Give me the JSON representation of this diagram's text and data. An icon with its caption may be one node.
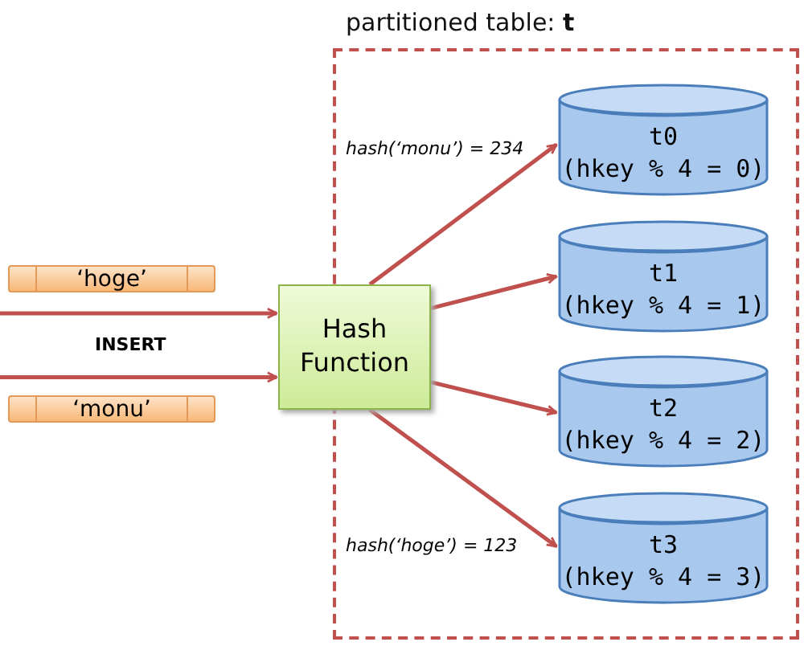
{
  "diagram": {
    "nodes": [
      {
        "text": [
          "partitioned table: **t**"
        ]
      },
      {
        "text": [
          "‘hoge’"
        ]
      },
      {
        "text": [
          "‘monu’"
        ]
      },
      {
        "text": [
          "Hash Function"
        ]
      },
      {
        "text": [
          "t0",
          "(hkey % 4 = 0)"
        ],
        "in": 0
      },
      {
        "text": [
          "t1",
          "(hkey % 4 = 1)"
        ],
        "in": 0
      },
      {
        "text": [
          "t2",
          "(hkey % 4 = 2)"
        ],
        "in": 0
      },
      {
        "text": [
          "t3",
          "(hkey % 4 = 3)"
        ],
        "in": 0
      }
    ],
    "edges": [
      {
        "from": null,
        "to": 3,
        "arrow": "to"
      },
      {
        "from": null,
        "to": 3,
        "arrow": "to"
      },
      {
        "from": 3,
        "to": 4,
        "arrow": "to",
        "label": "hash(‘monu’) = 234"
      },
      {
        "from": 3,
        "to": 5,
        "arrow": "to"
      },
      {
        "from": 3,
        "to": 6,
        "arrow": "to"
      },
      {
        "from": 3,
        "to": 7,
        "arrow": "to",
        "label": "hash(‘hoge’) = 123"
      }
    ],
    "labels": [
      "INSERT"
    ]
  }
}
